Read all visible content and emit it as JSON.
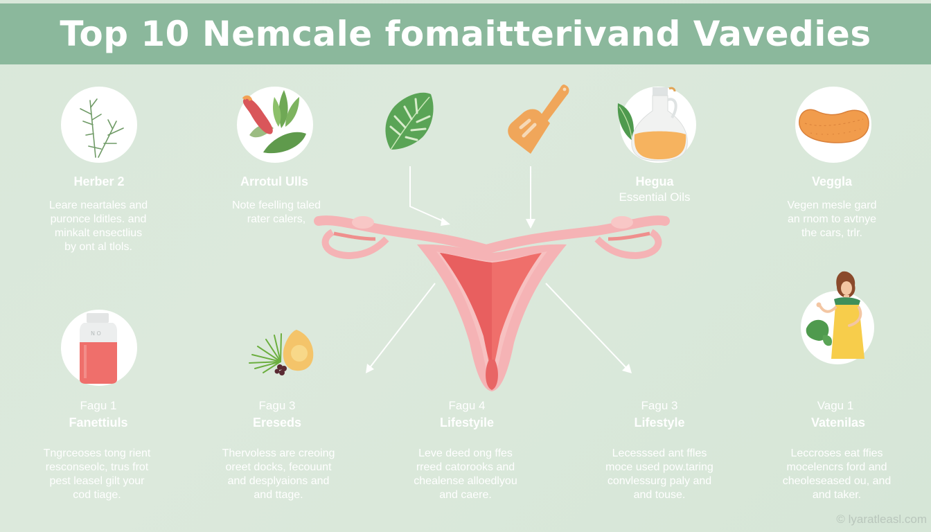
{
  "header": {
    "title": "Top 10 Nemcale fomaitterivand Vavedies",
    "background_color": "#8bb89c"
  },
  "top_row": [
    {
      "icon": "herb-sprig-icon",
      "title": "Herber 2",
      "subtitle": "",
      "description": [
        "Leare neartales and",
        "puronce lditles. and",
        "minkalt ensectlius",
        "by ont al tlols."
      ]
    },
    {
      "icon": "herbs-and-fruit-icon",
      "title": "Arrotul Ulls",
      "subtitle": "",
      "description": [
        "Note feelling taled",
        "rater calers,"
      ]
    },
    {
      "icon": "monstera-leaf-icon",
      "title": "",
      "subtitle": "",
      "description": []
    },
    {
      "icon": "wooden-spatula-icon",
      "title": "",
      "subtitle": "",
      "description": []
    },
    {
      "icon": "oil-bottle-icon",
      "title": "Hegua",
      "subtitle": "Essential Oils",
      "description": []
    },
    {
      "icon": "sweet-potato-icon",
      "title": "Veggla",
      "subtitle": "",
      "description": [
        "Vegen mesle gard",
        "an rnom to avtnye",
        "the cars, trlr."
      ]
    }
  ],
  "bottom_row": [
    {
      "icon": "red-tincture-bottle-icon",
      "label": "Fagu 1",
      "title": "Fanettiuls",
      "description": [
        "Tngrceoses tong rient",
        "resconseolc, trus frot",
        "pest leasel gilt your",
        "cod tiage."
      ]
    },
    {
      "icon": "palm-and-fruit-icon",
      "label": "Fagu 3",
      "title": "Ereseds",
      "description": [
        "Thervoless are creoing",
        "oreet docks, fecouunt",
        "and desplyaions and",
        "and ttage."
      ]
    },
    {
      "icon": "",
      "label": "Fagu 4",
      "title": "Lifestyile",
      "description": [
        "Leve deed ong ffes",
        "rreed catorooks and",
        "chealense alloedlyou",
        "and caere."
      ]
    },
    {
      "icon": "",
      "label": "Fagu 3",
      "title": "Lifestyle",
      "description": [
        "Lecesssed ant ffles",
        "moce used pow.taring",
        "convlessurg paly and",
        "and touse."
      ]
    },
    {
      "icon": "woman-with-leaf-icon",
      "label": "Vagu 1",
      "title": "Vatenilas",
      "description": [
        "Leccroses eat ffies",
        "mocelencrs ford and",
        "cheoleseased ou, and",
        "and taker."
      ]
    }
  ],
  "center": {
    "illustration": "uterus-diagram"
  },
  "footer": {
    "credit": "© lyaratleasl.com"
  },
  "colors": {
    "background": "#d9e8da",
    "header": "#8bb89c",
    "text": "#ffffff",
    "uterus_outer": "#f5b3b5",
    "uterus_inner": "#ef6f6b",
    "accent_orange": "#f3a95a",
    "accent_green": "#4f9a4e"
  }
}
